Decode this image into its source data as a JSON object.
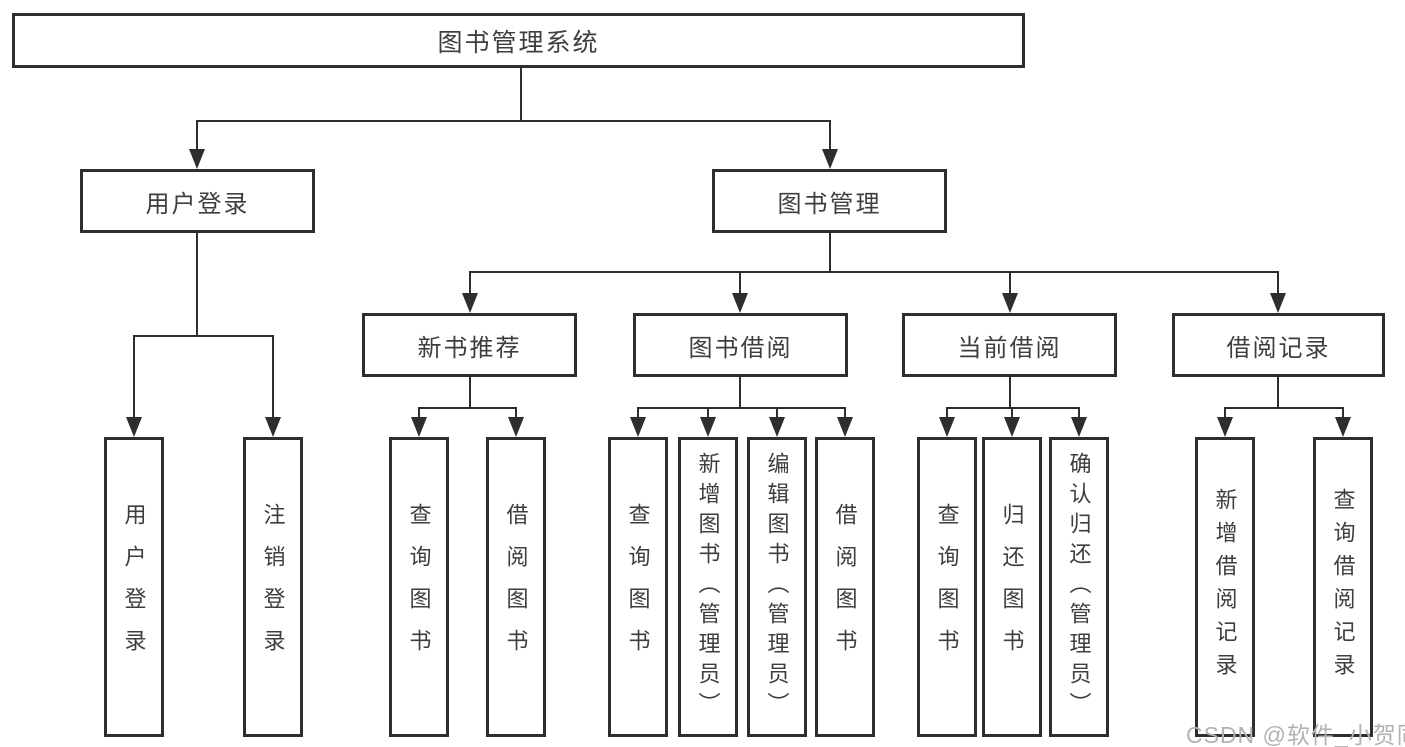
{
  "tree": {
    "root": {
      "label": "图书管理系统",
      "children": [
        {
          "label": "用户登录",
          "children": [
            {
              "label": "用户登录"
            },
            {
              "label": "注销登录"
            }
          ]
        },
        {
          "label": "图书管理",
          "children": [
            {
              "label": "新书推荐",
              "children": [
                {
                  "label": "查询图书"
                },
                {
                  "label": "借阅图书"
                }
              ]
            },
            {
              "label": "图书借阅",
              "children": [
                {
                  "label": "查询图书"
                },
                {
                  "label": "新增图书（管理员）"
                },
                {
                  "label": "编辑图书（管理员）"
                },
                {
                  "label": "借阅图书"
                }
              ]
            },
            {
              "label": "当前借阅",
              "children": [
                {
                  "label": "查询图书"
                },
                {
                  "label": "归还图书"
                },
                {
                  "label": "确认归还（管理员）"
                }
              ]
            },
            {
              "label": "借阅记录",
              "children": [
                {
                  "label": "新增借阅记录"
                },
                {
                  "label": "查询借阅记录"
                }
              ]
            }
          ]
        }
      ]
    }
  },
  "watermark": {
    "text": "CSDN @软件_小贺同学"
  },
  "colors": {
    "line": "#2e2e2e",
    "text": "#3c3e42",
    "box_fill": "#ffffff",
    "background": "#ffffff",
    "watermark": "#b2b2b2"
  }
}
